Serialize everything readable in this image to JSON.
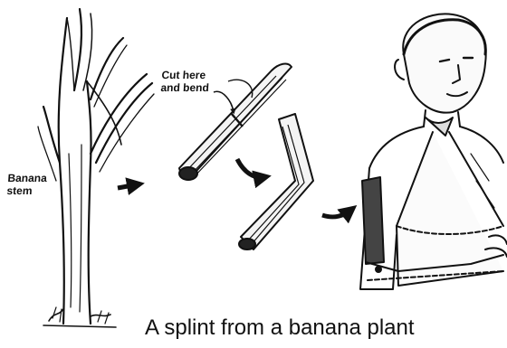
{
  "labels": {
    "stem": "Banana\nstem",
    "cut": "Cut here\nand bend"
  },
  "caption": "A splint from a banana plant",
  "icons": {
    "tree": "banana-stem-icon",
    "cut_stem": "cut-stem-piece-icon",
    "bent_splint": "bent-splint-icon",
    "person": "person-with-arm-sling-icon",
    "arrows": "step-arrow-icon"
  },
  "colors": {
    "ink": "#111111",
    "background": "#ffffff"
  }
}
